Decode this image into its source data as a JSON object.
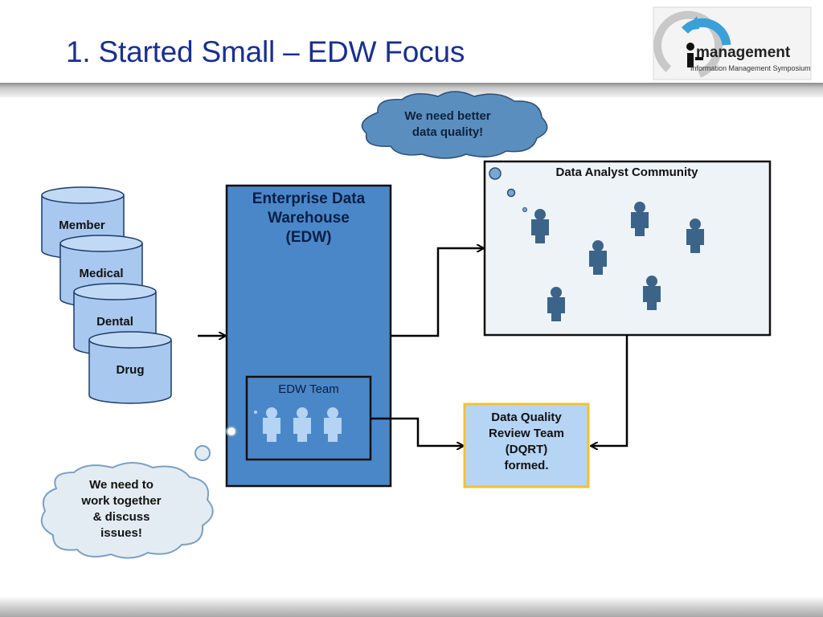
{
  "slide": {
    "title": "1. Started Small – EDW Focus"
  },
  "logo": {
    "brand_text": "management",
    "subtitle": "Information Management Symposium",
    "icon": "i-management-logo-icon"
  },
  "databases": [
    {
      "label": "Member"
    },
    {
      "label": "Medical"
    },
    {
      "label": "Dental"
    },
    {
      "label": "Drug"
    }
  ],
  "edw": {
    "title_lines": [
      "Enterprise Data",
      "Warehouse",
      "(EDW)"
    ],
    "team_label": "EDW Team",
    "team_members": 3
  },
  "analyst_community": {
    "title": "Data Analyst Community",
    "members": 6
  },
  "dqrt": {
    "lines": [
      "Data Quality",
      "Review Team",
      "(DQRT)",
      "formed."
    ]
  },
  "thought_clouds": {
    "top": {
      "lines": [
        "We need better",
        "data quality!"
      ]
    },
    "bottom": {
      "lines": [
        "We need to",
        "work together",
        "& discuss",
        "issues!"
      ]
    }
  },
  "colors": {
    "title": "#1a2f8f",
    "edw_fill": "#4a87c8",
    "db_fill": "#a8c8f0",
    "community_fill": "#eef3f8",
    "person": "#3c6488",
    "dqrt_fill": "#b6d4f4",
    "dqrt_border": "#f2c230",
    "cloud_blue": "#5a8ebf",
    "cloud_light": "#e4ecf3"
  }
}
